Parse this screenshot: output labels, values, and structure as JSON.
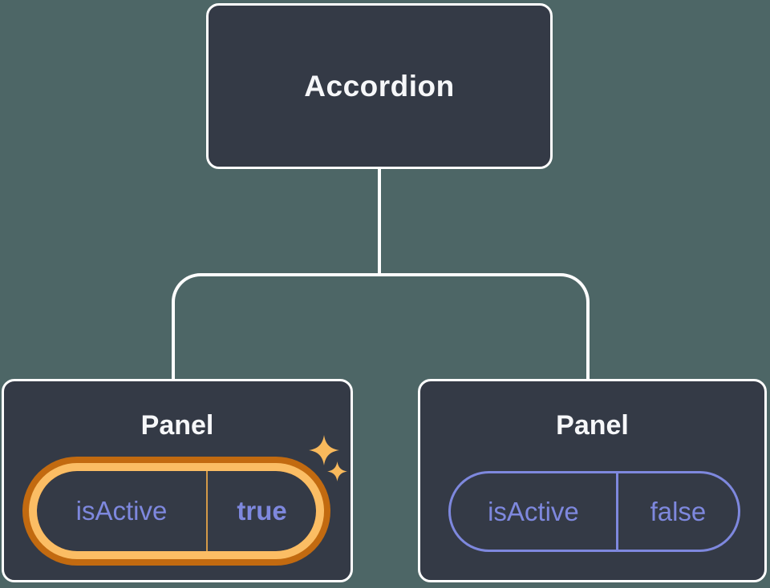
{
  "diagram": {
    "root": {
      "label": "Accordion"
    },
    "children": [
      {
        "title": "Panel",
        "prop": "isActive",
        "value": "true",
        "highlighted": true
      },
      {
        "title": "Panel",
        "prop": "isActive",
        "value": "false",
        "highlighted": false
      }
    ],
    "icons": {
      "sparkle_large": "sparkle-icon",
      "sparkle_small": "sparkle-icon"
    },
    "colors": {
      "background": "#4d6666",
      "card_fill": "#343a46",
      "card_border": "#ffffff",
      "title_text": "#f6f7f9",
      "accent_purple": "#7e88de",
      "highlight_gold": "#fbbd64",
      "highlight_orange": "#c26a10",
      "highlight_divider": "#d49a48",
      "sparkle": "#f8b95c"
    }
  }
}
